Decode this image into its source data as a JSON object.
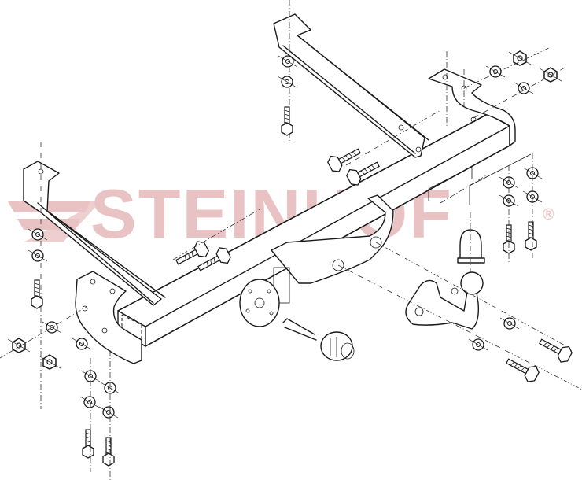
{
  "diagram": {
    "type": "exploded-view technical drawing",
    "subject": "towbar / tow hitch assembly",
    "watermark": {
      "text": "STEINHOF",
      "registered_mark": "®",
      "color": "#e9c3c3"
    },
    "line_color": "#1a1a1a",
    "background": "#ffffff",
    "parts": [
      {
        "name": "main crossbar",
        "count": 1
      },
      {
        "name": "left side bracket arm",
        "count": 1
      },
      {
        "name": "right diagonal bracket arm",
        "count": 1
      },
      {
        "name": "right end mounting bracket",
        "count": 1
      },
      {
        "name": "left end plate",
        "count": 1
      },
      {
        "name": "center neck mount with socket plate",
        "count": 1
      },
      {
        "name": "detachable tow ball neck",
        "count": 1
      },
      {
        "name": "tow ball cap",
        "count": 1
      },
      {
        "name": "electrical socket with cable",
        "count": 1
      },
      {
        "name": "hex bolts",
        "count": 10
      },
      {
        "name": "washers",
        "count": 16
      },
      {
        "name": "hex nuts",
        "count": 6
      }
    ]
  }
}
